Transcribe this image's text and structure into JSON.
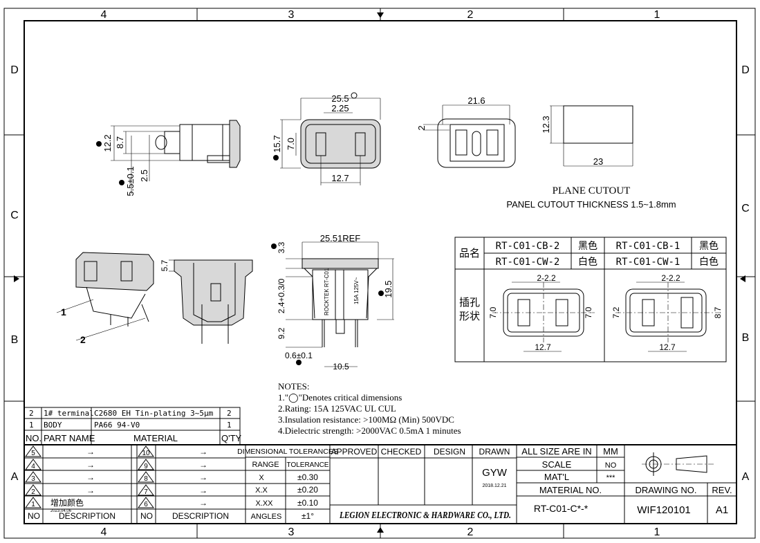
{
  "zones": {
    "columns": [
      "4",
      "3",
      "2",
      "1"
    ],
    "rows": [
      "D",
      "C",
      "B",
      "A"
    ]
  },
  "views": {
    "side": {
      "dims": [
        "12.2",
        "8.7",
        "5.5±0.1",
        "2.5"
      ]
    },
    "front": {
      "dims": [
        "25.5",
        "2.25",
        "15.7",
        "7.0",
        "12.7"
      ]
    },
    "rear": {
      "dims": [
        "21.6",
        "2"
      ]
    },
    "cutout": {
      "dims": [
        "12.3",
        "23"
      ],
      "title": "PLANE  CUTOUT",
      "subtitle": "PANEL CUTOUT THICKNESS 1.5~1.8mm"
    },
    "elevation": {
      "dims": [
        "25.51REF",
        "3.3",
        "2.4+0.3/0",
        "19.5",
        "9.2",
        "0.6±0.1",
        "10.5"
      ],
      "marking_1": "ROCKTEK  RT-C01",
      "marking_2": "15A  125V~",
      "section_dim": "5.7"
    },
    "iso": {
      "callouts": [
        "1",
        "2"
      ]
    }
  },
  "variants": {
    "name_label": "品名",
    "shape_label_1": "插孔",
    "shape_label_2": "形状",
    "rows": [
      {
        "left_model": "RT-C01-CB-2",
        "left_color": "黑色",
        "right_model": "RT-C01-CB-1",
        "right_color": "黑色"
      },
      {
        "left_model": "RT-C01-CW-2",
        "left_color": "白色",
        "right_model": "RT-C01-CW-1",
        "right_color": "白色"
      }
    ],
    "left_dims": [
      "2-2.2",
      "7.0",
      "7.0",
      "12.7"
    ],
    "right_dims": [
      "2-2.2",
      "7.2",
      "8.7",
      "12.7"
    ]
  },
  "notes": {
    "title": "NOTES:",
    "items": [
      "1.\"◯\"Denotes critical dimensions",
      "2.Rating:  15A 125VAC    UL CUL",
      "3.Insulation resistance:  >100MΩ (Min) 500VDC",
      "4.Dielectric strength:  >2000VAC 0.5mA 1 minutes"
    ]
  },
  "parts_list": {
    "headers": [
      "NO.",
      "PART NAME",
      "MATERIAL",
      "Q'TY"
    ],
    "rows": [
      {
        "no": "2",
        "name": "1# terminal",
        "material": "C2680 EH Tin-plating 3~5μm",
        "qty": "2"
      },
      {
        "no": "1",
        "name": "BODY",
        "material": "PA66 94-V0",
        "qty": "1"
      }
    ]
  },
  "revisions": {
    "header_no": "NO",
    "header_desc": "DESCRIPTION",
    "left": [
      {
        "no": "5",
        "desc": "→"
      },
      {
        "no": "4",
        "desc": "→"
      },
      {
        "no": "3",
        "desc": "→"
      },
      {
        "no": "2",
        "desc": "→"
      },
      {
        "no": "1",
        "desc": "增加颜色",
        "date": "2023.04.06"
      }
    ],
    "right": [
      {
        "no": "10",
        "desc": "→"
      },
      {
        "no": "9",
        "desc": "→"
      },
      {
        "no": "8",
        "desc": "→"
      },
      {
        "no": "7",
        "desc": "→"
      },
      {
        "no": "6",
        "desc": "→"
      }
    ]
  },
  "tolerances": {
    "title": "DIMENSIONAL  TOLERANCES",
    "range_label": "RANGE",
    "tolerance_label": "TOLERANCE",
    "rows": [
      {
        "range": "X",
        "tol": "±0.30"
      },
      {
        "range": "X.X",
        "tol": "±0.20"
      },
      {
        "range": "X.XX",
        "tol": "±0.10"
      },
      {
        "range": "ANGLES",
        "tol": "±1°"
      }
    ]
  },
  "approval": {
    "approved": "APPROVED",
    "checked": "CHECKED",
    "design": "DESIGN",
    "drawn": "DRAWN",
    "drawn_by": "GYW",
    "drawn_date": "2018.12.21",
    "company": "LEGION ELECTRONIC & HARDWARE CO., LTD."
  },
  "titleblock": {
    "units_label": "ALL SIZE ARE IN",
    "units": "MM",
    "scale_label": "SCALE",
    "scale": "NO",
    "matl_label": "MAT'L",
    "matl": "***",
    "material_no_label": "MATERIAL NO.",
    "material_no": "RT-C01-C*-*",
    "drawing_no_label": "DRAWING NO.",
    "drawing_no": "WIF120101",
    "rev_label": "REV.",
    "rev": "A1"
  }
}
